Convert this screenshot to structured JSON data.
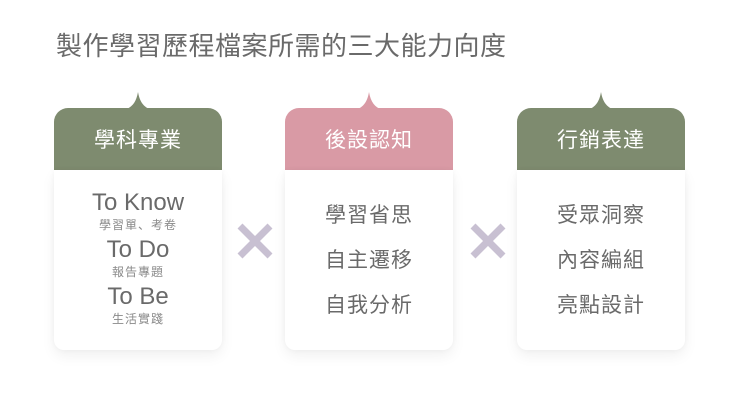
{
  "title": "製作學習歷程檔案所需的三大能力向度",
  "colors": {
    "green": "#7e8b6f",
    "pink": "#d99aa5",
    "times": "#c8c0d2",
    "text": "#6a6a6a"
  },
  "cards": [
    {
      "header": "學科專業",
      "color": "green",
      "items": [
        {
          "en": "To Know",
          "sub": "學習單、考卷"
        },
        {
          "en": "To Do",
          "sub": "報告專題"
        },
        {
          "en": "To Be",
          "sub": "生活實踐"
        }
      ]
    },
    {
      "header": "後設認知",
      "color": "pink",
      "items": [
        "學習省思",
        "自主遷移",
        "自我分析"
      ]
    },
    {
      "header": "行銷表達",
      "color": "green",
      "items": [
        "受眾洞察",
        "內容編組",
        "亮點設計"
      ]
    }
  ],
  "operators": [
    "times-icon",
    "times-icon"
  ]
}
